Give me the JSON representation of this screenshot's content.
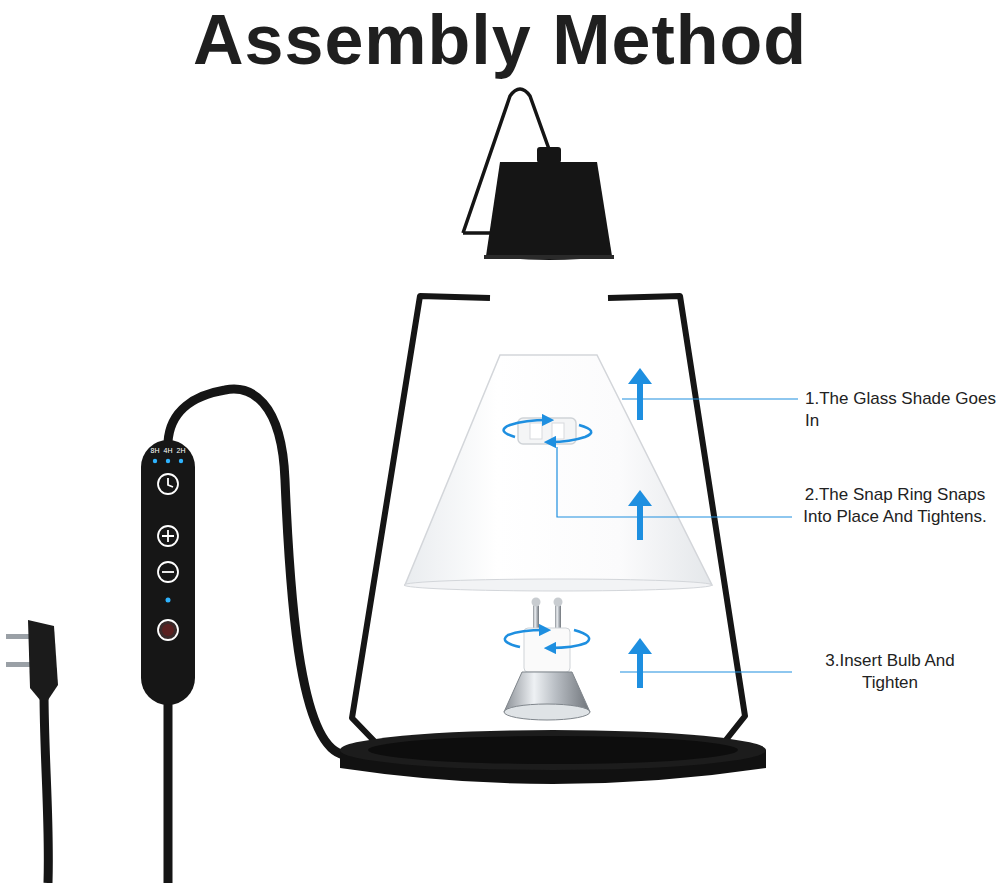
{
  "diagram": {
    "title": "Assembly Method",
    "labels": [
      "1.The Glass Shade Goes In",
      "2.The Snap Ring Snaps Into Place And Tightens.",
      "3.Insert Bulb And Tighten",
      "8H",
      "4H",
      "2H"
    ]
  }
}
